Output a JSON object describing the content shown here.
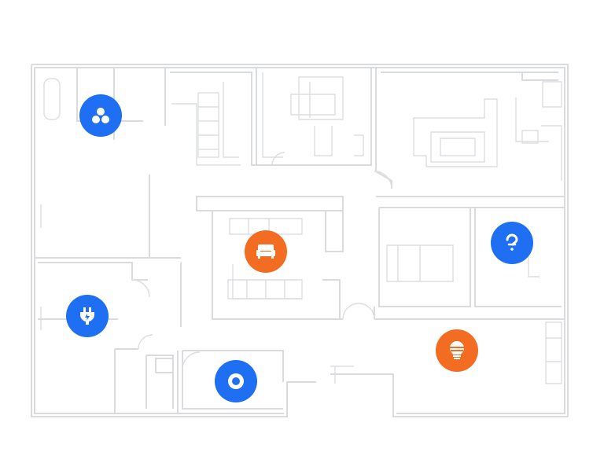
{
  "colors": {
    "background": "#ffffff",
    "wall": "#d9dbdf",
    "marker_blue": "#1f6ff2",
    "marker_orange": "#f26d22",
    "icon": "#ffffff"
  },
  "markers": [
    {
      "id": "bedroom-top-left",
      "icon": "fan-icon",
      "color": "blue"
    },
    {
      "id": "living-room",
      "icon": "sofa-icon",
      "color": "orange"
    },
    {
      "id": "room-right",
      "icon": "question-icon",
      "color": "blue"
    },
    {
      "id": "room-left",
      "icon": "plug-icon",
      "color": "blue"
    },
    {
      "id": "bottom-right",
      "icon": "bulb-icon",
      "color": "orange"
    },
    {
      "id": "bottom-center",
      "icon": "ring-icon",
      "color": "blue"
    }
  ]
}
